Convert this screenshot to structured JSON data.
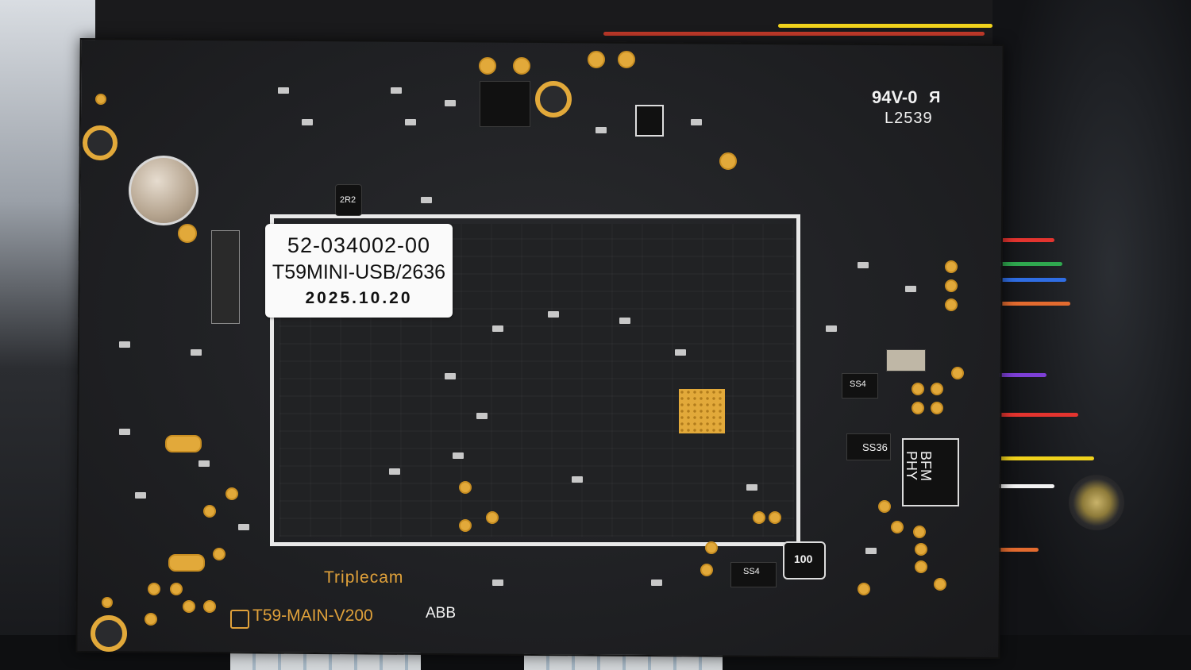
{
  "label": {
    "line1": "52-034002-00",
    "line2": "T59MINI-USB/2636",
    "line3": "2025.10.20"
  },
  "silkscreen": {
    "brand": "Triplecam",
    "board_name": "T59-MAIN-V200",
    "code_abb": "ABB",
    "rating": "94V-0",
    "lot": "L2539",
    "inductor_2r2": "2R2",
    "diode_ss36": "SS36",
    "diode_ss4": "SS4",
    "ic_phy": "PHY",
    "ic_bfm": "BFM",
    "inductor_100": "100",
    "inductor_ss4": "SS4"
  },
  "colors": {
    "pcb": "#1f2023",
    "silk": "#f2f2f2",
    "gold_pad": "#e2a93a"
  }
}
